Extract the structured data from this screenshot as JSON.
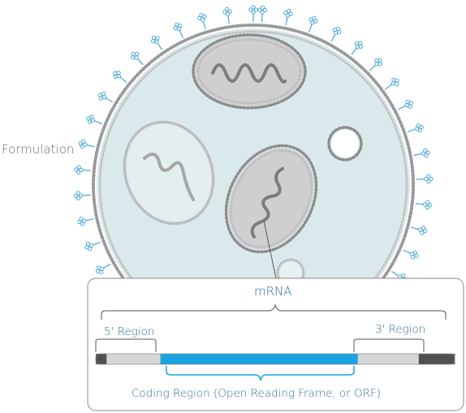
{
  "labels": {
    "formulation": "Formulation",
    "mrna": "mRNA",
    "region_5": "5' Region",
    "region_3": "3' Region",
    "coding_region": "Coding Region (Open Reading Frame, or ORF)"
  },
  "colors": {
    "label_blue": "#2f6f94",
    "coding_blue": "#1aa3e0",
    "protein_blue": "#4aa8d8",
    "membrane_gray": "#9a9a9a",
    "core_fill": "#daeaec",
    "vesicle_fill": "#cfcfcf"
  },
  "strand_segments": [
    {
      "name": "cap",
      "from": 0.0,
      "to": 0.03,
      "color": "#505050"
    },
    {
      "name": "utr-5",
      "from": 0.03,
      "to": 0.18,
      "color": "#d6d6d6"
    },
    {
      "name": "coding",
      "from": 0.18,
      "to": 0.73,
      "color": "#1aa3e0"
    },
    {
      "name": "utr-3",
      "from": 0.73,
      "to": 0.9,
      "color": "#d6d6d6"
    },
    {
      "name": "tail",
      "from": 0.9,
      "to": 1.0,
      "color": "#505050"
    }
  ]
}
